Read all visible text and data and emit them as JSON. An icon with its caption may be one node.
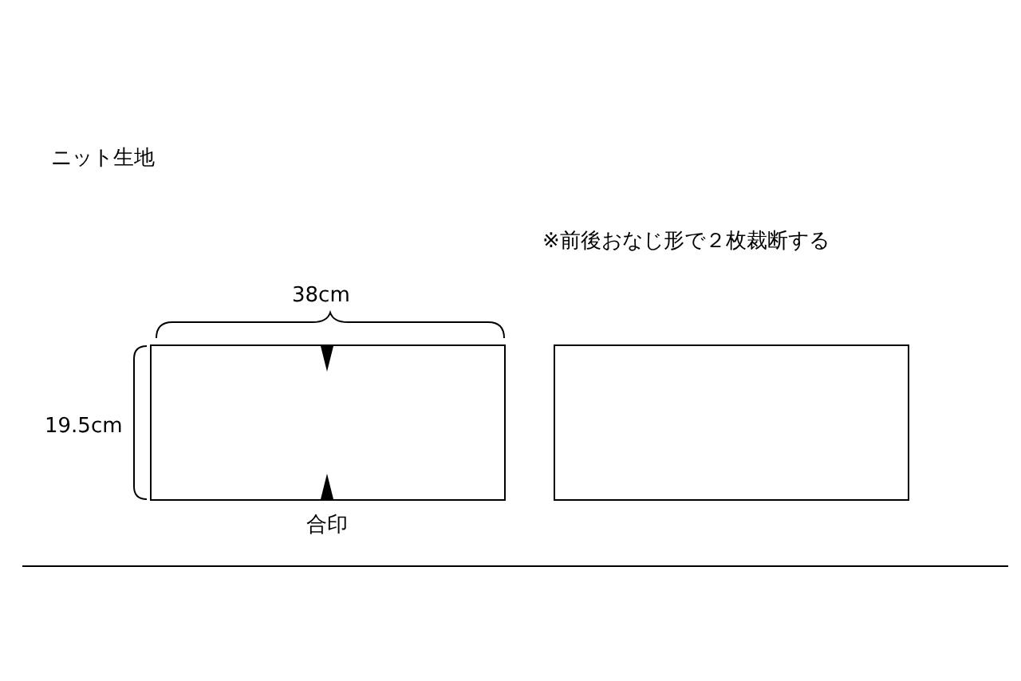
{
  "diagram": {
    "title": "ニット生地",
    "nodes": [
      {
        "text": [],
        "shape": "box"
      },
      {
        "text": [],
        "shape": "box"
      }
    ],
    "labels": [
      "※前後おなじ形で２枚裁断する",
      "38cm",
      "19.5cm",
      "合印"
    ]
  }
}
